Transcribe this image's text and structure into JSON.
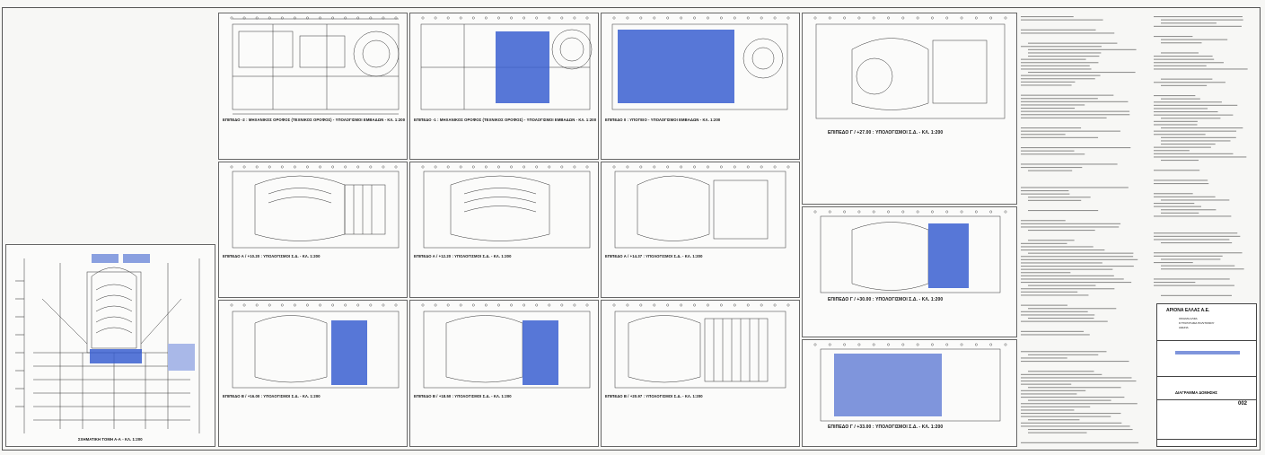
{
  "sheet": {
    "captions": {
      "section": "ΣΧΗΜΑΤΙΚΗ ΤΟΜΗ Α-Α - ΚΛ. 1:200",
      "p_m2": "ΕΠΙΠΕΔΟ -2 : ΜΗΧΑΝΙΚΟΣ ΟΡΟΦΟΣ (ΤΕΧΝΙΚΟΣ ΟΡΟΦΟΣ) - ΥΠΟΛΟΓΙΣΜΟΙ ΕΜΒΑΔΩΝ - ΚΛ. 1:200",
      "p_m1": "ΕΠΙΠΕΔΟ -1 : ΜΗΧΑΝΙΚΟΣ ΟΡΟΦΟΣ (ΤΕΧΝΙΚΟΣ ΟΡΟΦΟΣ) - ΥΠΟΛΟΓΙΣΜΟΙ ΕΜΒΑΔΩΝ - ΚΛ. 1:200",
      "p_0": "ΕΠΙΠΕΔΟ 0 : ΥΠΟΓΕΙΟ - ΥΠΟΛΟΓΙΣΜΟΙ ΕΜΒΑΔΩΝ - ΚΛ. 1:200",
      "p_a1": "ΕΠΙΠΕΔΟ Α / +10.20 : ΥΠΟΛΟΓΙΣΜΟΙ Σ.Δ. - ΚΛ. 1:200",
      "p_a2": "ΕΠΙΠΕΔΟ Α / +12.20 : ΥΠΟΛΟΓΙΣΜΟΙ Σ.Δ. - ΚΛ. 1:200",
      "p_a3": "ΕΠΙΠΕΔΟ Α / +14.37 : ΥΠΟΛΟΓΙΣΜΟΙ Σ.Δ. - ΚΛ. 1:200",
      "p_b1": "ΕΠΙΠΕΔΟ Β / +16.00 : ΥΠΟΛΟΓΙΣΜΟΙ Σ.Δ. - ΚΛ. 1:200",
      "p_b2": "ΕΠΙΠΕΔΟ Β / +18.50 : ΥΠΟΛΟΓΙΣΜΟΙ Σ.Δ. - ΚΛ. 1:200",
      "p_b3": "ΕΠΙΠΕΔΟ Β / +20.97 : ΥΠΟΛΟΓΙΣΜΟΙ Σ.Δ. - ΚΛ. 1:200",
      "r_top": "ΕΠΙΠΕΔΟ Γ / +27.00 : ΥΠΟΛΟΓΙΣΜΟΙ Σ.Δ. - ΚΛ. 1:200",
      "r_mid": "ΕΠΙΠΕΔΟ Γ / +30.00 : ΥΠΟΛΟΓΙΣΜΟΙ Σ.Δ. - ΚΛ. 1:200",
      "r_bot": "ΕΠΙΠΕΔΟ Γ / +33.00 : ΥΠΟΛΟΓΙΣΜΟΙ Σ.Δ. - ΚΛ. 1:200"
    },
    "title_block": {
      "company": "ΑΡΙΟΝΑ ΕΛΛΑΣ Α.Ε.",
      "project_lines": [
        "ΟΙΚΗΜΑ ΑΛΦΑ",
        "ΣΥΓΚΡΟΤΗΜΑ ΠΟΛΙΤΙΣΜΟΥ",
        "ΑΘΗΝΑ"
      ],
      "drawing_title": "ΔΙΑΓΡΑΜΜΑ ΔΟΜΗΣΗΣ",
      "sheet_no": "002"
    },
    "colors": {
      "accent_blue": "#3a5fd0",
      "line": "#333333"
    }
  }
}
